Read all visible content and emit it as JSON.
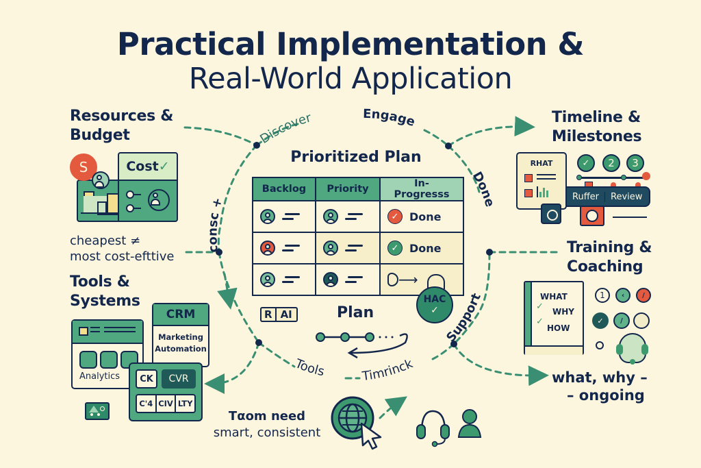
{
  "header": {
    "title_line1": "Practical Implementation &",
    "title_line2": "Real-World Application"
  },
  "colors": {
    "background": "#fdf6df",
    "navy": "#13274d",
    "green": "#4fa880",
    "light_green": "#9fd3b3",
    "dark_teal": "#1f5a58",
    "red": "#e35a3f",
    "cream": "#f6efc9"
  },
  "ring": {
    "labels": {
      "top_left": "Discover",
      "top_right": "Engage",
      "left": "consc +",
      "right_top": "Done",
      "right_bottom": "Support",
      "bottom_left": "Tools",
      "bottom_right": "Timrinck"
    }
  },
  "resources": {
    "heading_line1": "Resources &",
    "heading_line2": "Budget",
    "coin_label": "S",
    "cost_label": "Cost",
    "cost_check": "✓",
    "note_line1": "cheapest ≠",
    "note_line2": "most cost-efttive"
  },
  "tools": {
    "heading_line1": "Tools &",
    "heading_line2": "Systems",
    "analytics_label": "Analytics",
    "crm_label": "CRM",
    "marketing_line1": "Marketing",
    "marketing_line2": "Automation",
    "metrics": [
      "CK",
      "CVR",
      "C'4",
      "CIV",
      "LTY"
    ]
  },
  "plan": {
    "title": "Prioritized Plan",
    "columns": [
      "Backlog",
      "Priority",
      "In-Progresss"
    ],
    "rows": [
      {
        "backlog_avatar": "green",
        "priority_avatar": "green",
        "status": "Done",
        "status_color": "#e35a3f"
      },
      {
        "backlog_avatar": "red",
        "priority_avatar": "green",
        "status": "Done",
        "status_color": "#3d9a6e"
      },
      {
        "backlog_avatar": "green",
        "priority_avatar": "dark",
        "status": "",
        "status_color": ""
      }
    ],
    "raci_labels": [
      "R",
      "AI"
    ],
    "plan_label": "Plan",
    "badge_label": "HAC",
    "badge_check": "✓"
  },
  "timeline": {
    "heading_line1": "Timeline &",
    "heading_line2": "Milestones",
    "doc_label": "RHAT",
    "milestones": [
      "✓",
      "2",
      "3"
    ],
    "bar_labels": [
      "Ruffer",
      "Review"
    ]
  },
  "training": {
    "heading_line1": "Training &",
    "heading_line2": "Coaching",
    "book_lines": [
      "WHAT",
      "WHY",
      "HOW"
    ],
    "progress_first": "1",
    "note_line1": "what, why –",
    "note_line2": "– ongoing"
  },
  "footer": {
    "team_line1": "Tαom need",
    "team_line2": "smart, consistent"
  }
}
